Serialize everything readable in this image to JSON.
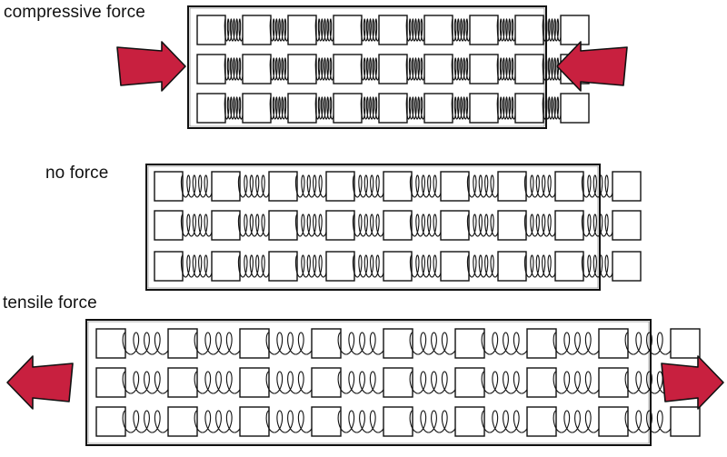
{
  "labels": {
    "compressive": "compressive force",
    "none": "no force",
    "tensile": "tensile force"
  },
  "structure": {
    "rows_per_panel": 3,
    "blocks_per_row": 9
  },
  "colors": {
    "arrow_fill": "#C8203F",
    "ink": "#111111",
    "background": "#ffffff"
  },
  "icons": {
    "arrow": "arrow-icon",
    "spring": "spring-icon",
    "block": "square-block"
  }
}
